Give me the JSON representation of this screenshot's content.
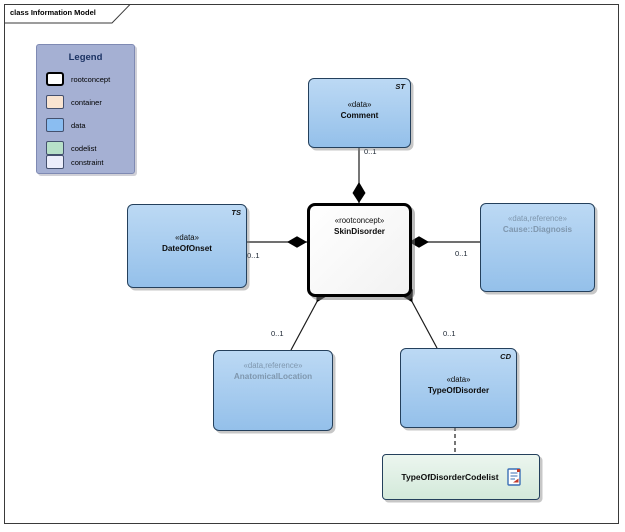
{
  "diagram": {
    "frame_label": "class Information Model",
    "legend": {
      "title": "Legend",
      "items": [
        {
          "label": "rootconcept",
          "color": "#ffffff"
        },
        {
          "label": "container",
          "color": "#f9e4d1"
        },
        {
          "label": "data",
          "color": "#8abdf1"
        },
        {
          "label": "codelist",
          "color": "#b7e0c9"
        },
        {
          "label": "constraint",
          "color": "#eceefb"
        }
      ]
    },
    "nodes": {
      "comment": {
        "stereotype": "«data»",
        "name": "Comment",
        "tag": "ST"
      },
      "skin_disorder": {
        "stereotype": "«rootconcept»",
        "name": "SkinDisorder",
        "tag": ""
      },
      "date_of_onset": {
        "stereotype": "«data»",
        "name": "DateOfOnset",
        "tag": "TS"
      },
      "cause_diagnosis": {
        "stereotype": "«data,reference»",
        "name": "Cause::Diagnosis",
        "tag": ""
      },
      "anatomical_location": {
        "stereotype": "«data,reference»",
        "name": "AnatomicalLocation",
        "tag": ""
      },
      "type_of_disorder": {
        "stereotype": "«data»",
        "name": "TypeOfDisorder",
        "tag": "CD"
      },
      "type_of_disorder_codelist": {
        "name": "TypeOfDisorderCodelist"
      }
    },
    "connectors": [
      {
        "from": "Comment",
        "to": "SkinDisorder",
        "type": "composition",
        "multiplicity": "0..1"
      },
      {
        "from": "DateOfOnset",
        "to": "SkinDisorder",
        "type": "composition",
        "multiplicity": "0..1"
      },
      {
        "from": "Cause::Diagnosis",
        "to": "SkinDisorder",
        "type": "composition",
        "multiplicity": "0..1"
      },
      {
        "from": "AnatomicalLocation",
        "to": "SkinDisorder",
        "type": "composition",
        "multiplicity": "0..1"
      },
      {
        "from": "TypeOfDisorder",
        "to": "SkinDisorder",
        "type": "composition",
        "multiplicity": "0..1"
      },
      {
        "from": "TypeOfDisorder",
        "to": "TypeOfDisorderCodelist",
        "type": "dependency",
        "multiplicity": ""
      }
    ],
    "colors": {
      "data_fill": "#a9cdf0",
      "rootconcept_fill": "#ffffff",
      "codelist_fill": "#ddeee3",
      "legend_background": "#a5b0d3",
      "reference_text": "#7f97ae",
      "line_color": "#1a1a1a"
    }
  }
}
